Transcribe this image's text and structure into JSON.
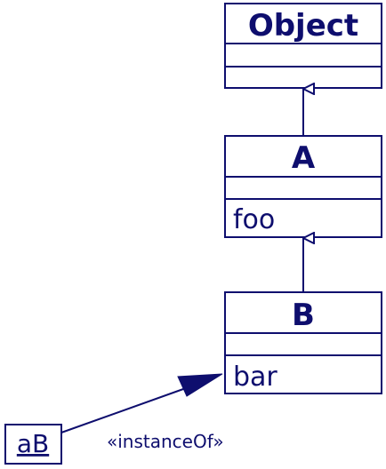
{
  "colors": {
    "ink": "#0e0e6e",
    "background": "#ffffff"
  },
  "classes": [
    {
      "id": "object",
      "name": "Object",
      "attributes": "",
      "methods": ""
    },
    {
      "id": "a",
      "name": "A",
      "attributes": "",
      "methods": "foo"
    },
    {
      "id": "b",
      "name": "B",
      "attributes": "",
      "methods": "bar"
    }
  ],
  "instance": {
    "name": "aB",
    "relation_label": "«instanceOf»"
  },
  "relations": [
    {
      "type": "generalization",
      "from": "a",
      "to": "object"
    },
    {
      "type": "generalization",
      "from": "b",
      "to": "a"
    },
    {
      "type": "dependency",
      "from": "aB",
      "to": "b"
    }
  ]
}
